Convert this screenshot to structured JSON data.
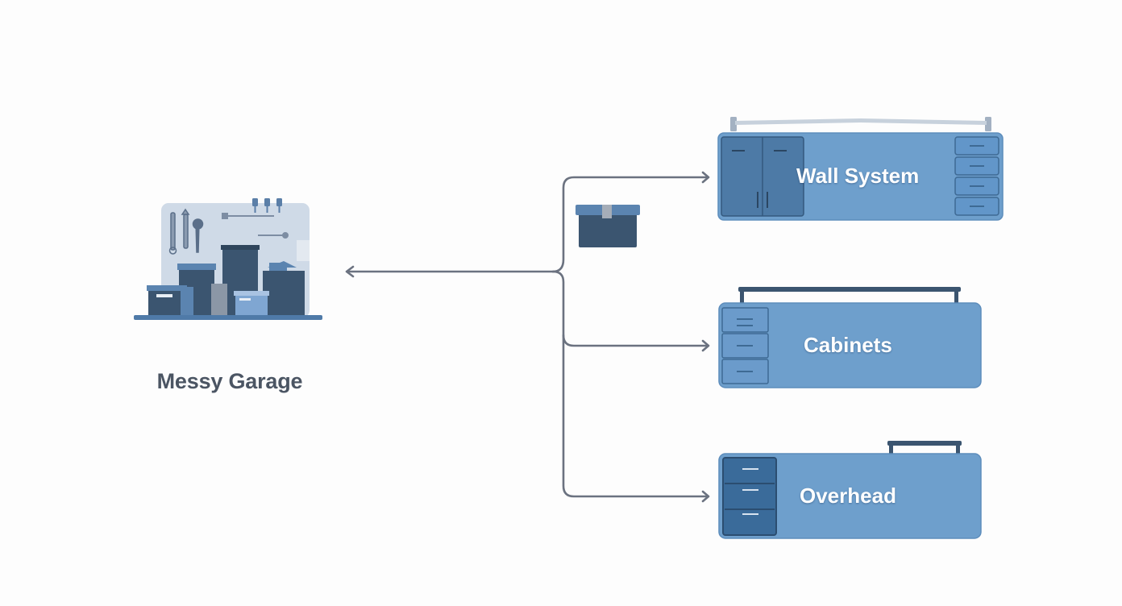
{
  "source": {
    "label": "Messy Garage"
  },
  "options": [
    {
      "id": "wall-system",
      "label": "Wall System"
    },
    {
      "id": "cabinets",
      "label": "Cabinets"
    },
    {
      "id": "overhead",
      "label": "Overhead"
    }
  ],
  "colors": {
    "connector": "#6b7280",
    "panel": "#6e9fcc",
    "panel_border": "#5d8dbc",
    "dark_blue": "#3e6a94",
    "navy": "#3b5570",
    "pegboard": "#cfdae7",
    "text_dark": "#4b5563"
  },
  "icons": [
    "toolbox-icon",
    "garage-clutter-icon",
    "locker-icon",
    "drawer-stack-icon",
    "rail-icon"
  ]
}
